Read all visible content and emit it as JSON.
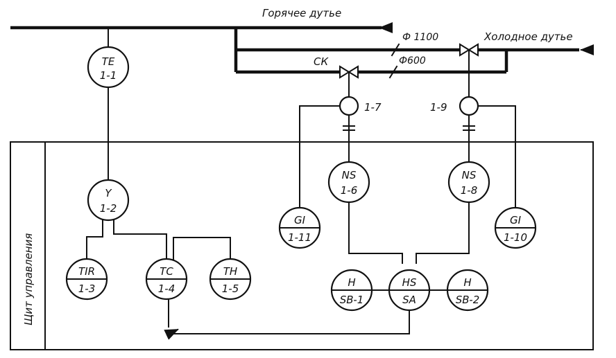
{
  "labels": {
    "hot_blast": "Горячее дутье",
    "cold_blast": "Холодное дутье",
    "pipe_large": "Ф 1100",
    "pipe_small": "Ф600",
    "valve_ck": "СК",
    "panel": "Щит управления",
    "tag_1_7": "1-7",
    "tag_1_9": "1-9"
  },
  "instruments": {
    "te_1_1": {
      "top": "TE",
      "bottom": "1-1"
    },
    "y_1_2": {
      "top": "Y",
      "bottom": "1-2"
    },
    "tir_1_3": {
      "top": "TIR",
      "bottom": "1-3"
    },
    "tc_1_4": {
      "top": "TC",
      "bottom": "1-4"
    },
    "th_1_5": {
      "top": "TH",
      "bottom": "1-5"
    },
    "ns_1_6": {
      "top": "NS",
      "bottom": "1-6"
    },
    "ns_1_8": {
      "top": "NS",
      "bottom": "1-8"
    },
    "gi_1_11": {
      "top": "GI",
      "bottom": "1-11"
    },
    "gi_1_10": {
      "top": "GI",
      "bottom": "1-10"
    },
    "h_sb1": {
      "top": "Н",
      "bottom": "SB-1"
    },
    "hs_sa": {
      "top": "HS",
      "bottom": "SA"
    },
    "h_sb2": {
      "top": "Н",
      "bottom": "SB-2"
    }
  }
}
